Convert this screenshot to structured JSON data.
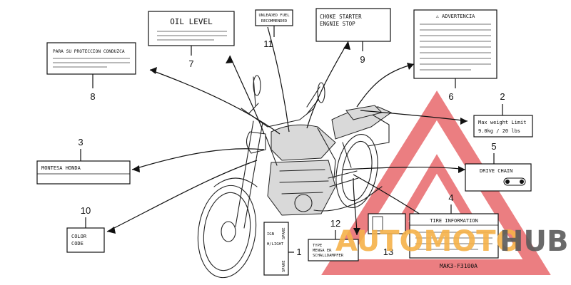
{
  "labels": {
    "l1": {
      "number": "1",
      "lines": [
        "IGN",
        "H/LIGHT"
      ],
      "side": "SPARE",
      "side2": "SPARE"
    },
    "l2": {
      "number": "2",
      "lines": [
        "Max weight Limit",
        "9.0kg / 20 lbs"
      ]
    },
    "l3": {
      "number": "3",
      "title": "MONTESA HONDA"
    },
    "l4": {
      "number": "4",
      "title": "TIRE INFORMATION"
    },
    "l5": {
      "number": "5",
      "title": "DRIVE CHAIN"
    },
    "l6": {
      "number": "6",
      "title": "⚠ ADVERTENCIA"
    },
    "l7": {
      "number": "7",
      "title": "OIL LEVEL"
    },
    "l8": {
      "number": "8",
      "title": "PARA SU PROTECCION CONDUZCA"
    },
    "l9": {
      "number": "9",
      "lines": [
        "CHOKE STARTER",
        "ENGNIE STOP"
      ]
    },
    "l10": {
      "number": "10",
      "lines": [
        "COLOR",
        "CODE"
      ]
    },
    "l11": {
      "number": "11",
      "lines": [
        "UNLEADED FUEL",
        "RECOMMENDED"
      ]
    },
    "l12": {
      "number": "12",
      "lines": [
        "TYPE",
        "MENGA ER",
        "SCHALLDAMPFER"
      ]
    },
    "l13": {
      "number": "13"
    }
  },
  "part_code": "MAK3-F3100A",
  "watermark": {
    "part1": "AUTOMOTO",
    "part2": "HUB",
    "color_orange": "#f6b24a",
    "color_red": "#e0353a",
    "color_gray": "#5a5a5a"
  }
}
